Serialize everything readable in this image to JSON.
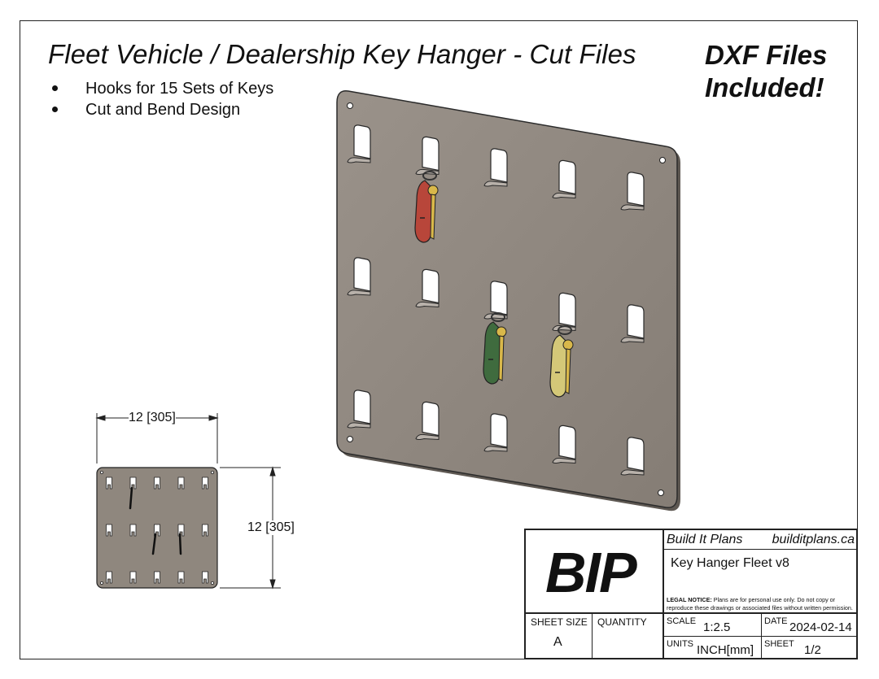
{
  "title": "Fleet Vehicle / Dealership Key Hanger - Cut Files",
  "badge": {
    "line1": "DXF Files",
    "line2": "Included!"
  },
  "features": [
    "Hooks for 15 Sets of Keys",
    "Cut and Bend Design"
  ],
  "dimensions": {
    "width": "12 [305]",
    "height": "12 [305]"
  },
  "colors": {
    "plate": "#8f877e",
    "plate_edge": "#333333",
    "key_tag_red": "#b8463a",
    "key_tag_green": "#3f6b3e",
    "key_tag_yellow": "#d4c878",
    "key_metal": "#d9b84a"
  },
  "title_block": {
    "logo": "BIP",
    "company": "Build It Plans",
    "website": "builditplans.ca",
    "drawing_name": "Key Hanger Fleet v8",
    "legal_label": "LEGAL NOTICE:",
    "legal_text": "Plans are for personal use only. Do not copy or reproduce these drawings or associated files without written permission.",
    "sheet_size_label": "SHEET SIZE",
    "sheet_size": "A",
    "quantity_label": "QUANTITY",
    "scale_label": "SCALE",
    "scale": "1:2.5",
    "date_label": "DATE",
    "date": "2024-02-14",
    "units_label": "UNITS",
    "units": "INCH[mm]",
    "sheet_label": "SHEET",
    "sheet": "1/2"
  }
}
